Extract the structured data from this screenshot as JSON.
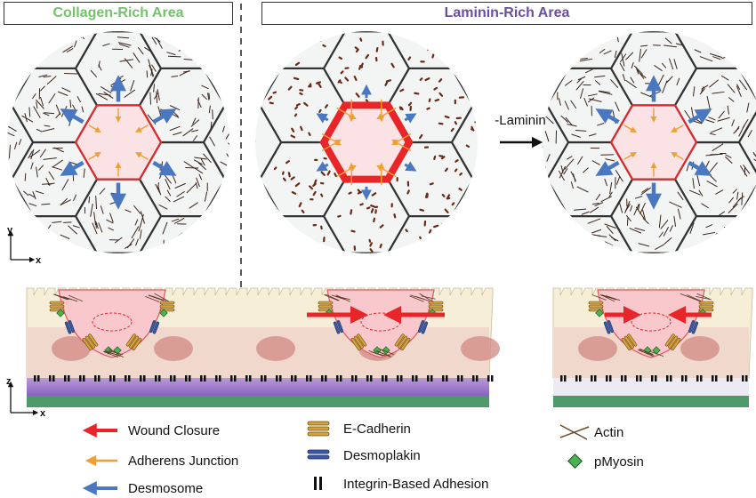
{
  "headers": {
    "collagen": "Collagen-Rich Area",
    "laminin": "Laminin-Rich Area"
  },
  "transition_label": "-Laminin",
  "axes": {
    "top": {
      "x": "x",
      "y": "y"
    },
    "bottom": {
      "x": "x",
      "z": "z"
    }
  },
  "legend": {
    "wound_closure": "Wound Closure",
    "adherens_junction": "Adherens Junction",
    "desmosome": "Desmosome",
    "e_cadherin": "E-Cadherin",
    "desmoplakin": "Desmoplakin",
    "integrin": "Integrin-Based Adhesion",
    "actin": "Actin",
    "pmyosin": "pMyosin"
  },
  "colors": {
    "collagen_title": "#72c46a",
    "laminin_title": "#6a4fa0",
    "wound_closure": "#e8262a",
    "adherens_junction": "#f0a030",
    "desmosome": "#4a78c0",
    "e_cadherin": "#d7a23a",
    "desmoplakin": "#3a5aa8",
    "pmyosin": "#4caf50",
    "basement_purple": "#9a72c8",
    "basement_green": "#4f9a6a",
    "tissue_cream": "#f7eed8",
    "wound_cell": "#f8c8cc"
  }
}
